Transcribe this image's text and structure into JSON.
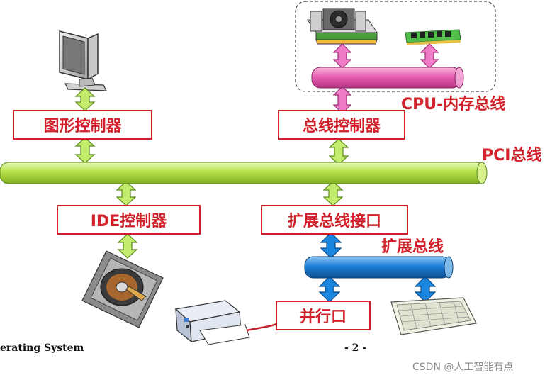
{
  "labels": {
    "graphics_controller": "图形控制器",
    "bus_controller": "总线控制器",
    "ide_controller": "IDE控制器",
    "expansion_interface": "扩展总线接口",
    "parallel_port": "并行口",
    "cpu_memory_bus": "CPU-内存总线",
    "pci_bus": "PCI总线",
    "expansion_bus": "扩展总线"
  },
  "footer": {
    "left": "erating System",
    "page": "- 2 -"
  },
  "watermark": "CSDN @人工智能有点",
  "colors": {
    "label_red": "#d2202a",
    "pci_bus": "#b7e14a",
    "cpu_bus": "#e95fb3",
    "expansion_bus": "#1e7fd6",
    "arrow_green": "#c4ec6c",
    "arrow_pink": "#f07cc7",
    "arrow_blue": "#1b86e0"
  },
  "icons": [
    "monitor-icon",
    "cpu-chip-icon",
    "memory-stick-icon",
    "hard-disk-icon",
    "printer-icon",
    "keyboard-icon"
  ]
}
